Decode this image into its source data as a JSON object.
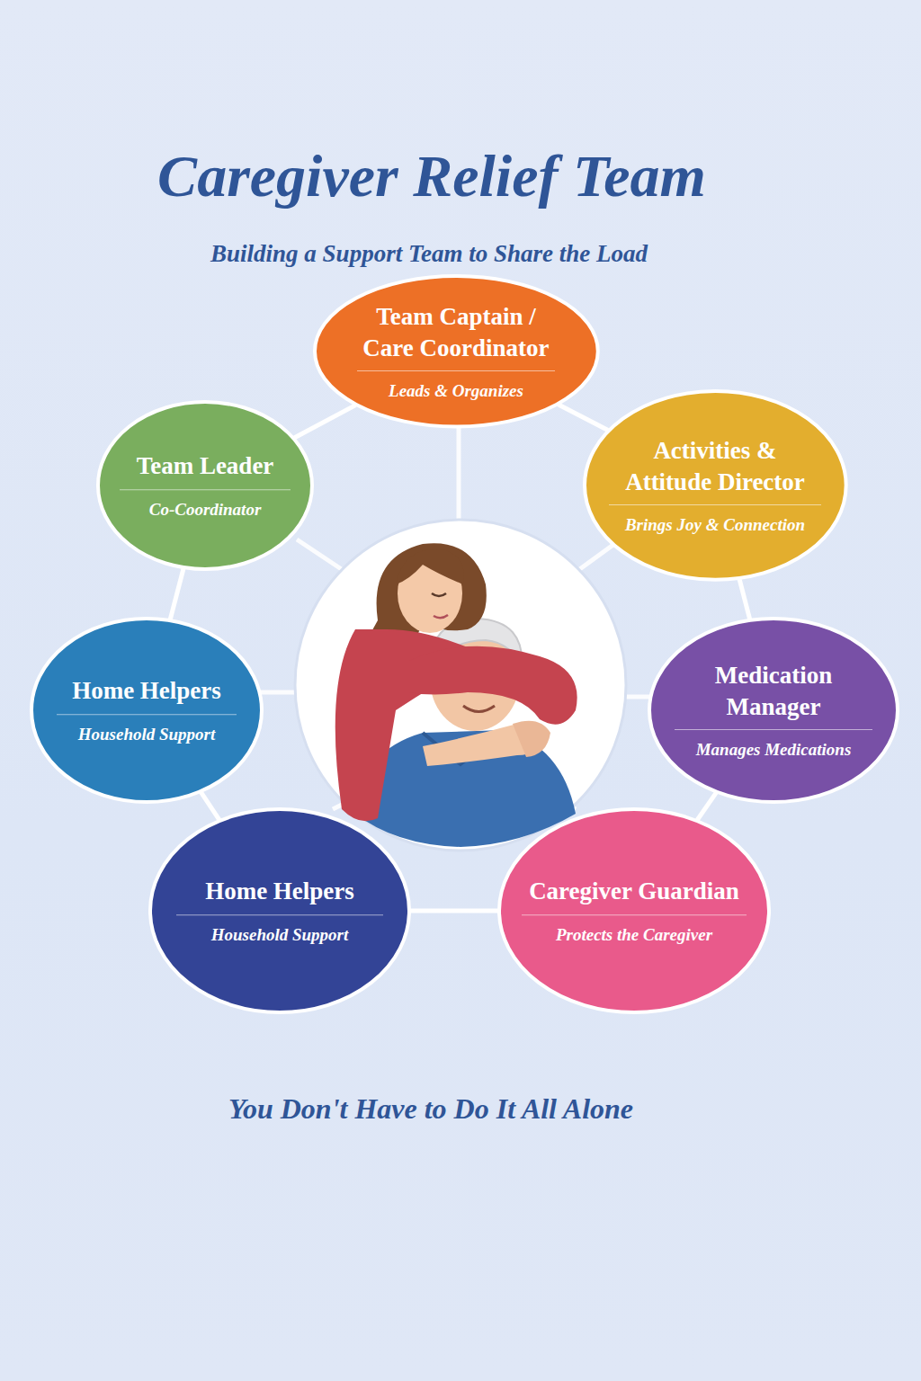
{
  "diagram": {
    "title": "Caregiver Relief Team",
    "caption": "You Don't Have to Do It All Alone",
    "nodes": [
      {
        "text": [
          "Team Captain / Care Coordinator",
          "Leads & Organizes"
        ]
      },
      {
        "text": [
          "Team Leader",
          "Co-Coordinator"
        ]
      },
      {
        "text": [
          "Activities & Attitude Director",
          "Brings Joy & Connection"
        ]
      },
      {
        "text": [
          "Home Helpers",
          "Household Support"
        ]
      },
      {
        "text": [
          "Medication Manager",
          "Manages Medications"
        ]
      },
      {
        "text": [
          "Home Helpers",
          "Household Support"
        ]
      },
      {
        "text": [
          "Caregiver Guardian",
          "Protects the Caregiver"
        ]
      }
    ],
    "edges": [
      {
        "from": 1,
        "to": 0,
        "arrow": "none"
      },
      {
        "from": 0,
        "to": 2,
        "arrow": "none"
      },
      {
        "from": 2,
        "to": 4,
        "arrow": "none"
      },
      {
        "from": 4,
        "to": 6,
        "arrow": "none"
      },
      {
        "from": 6,
        "to": 5,
        "arrow": "none"
      },
      {
        "from": 5,
        "to": 3,
        "arrow": "none"
      },
      {
        "from": 3,
        "to": 1,
        "arrow": "none"
      }
    ],
    "labels": [
      "Building a Support Team to Share the Load"
    ]
  }
}
